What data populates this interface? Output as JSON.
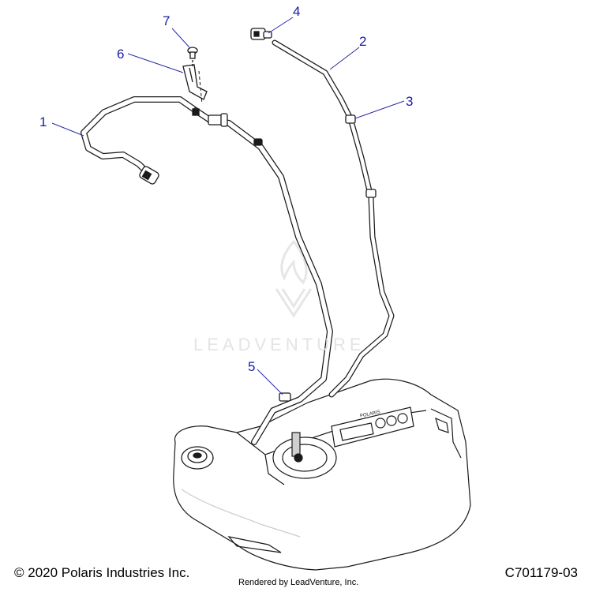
{
  "callouts": [
    {
      "num": "1"
    },
    {
      "num": "2"
    },
    {
      "num": "3"
    },
    {
      "num": "4"
    },
    {
      "num": "5"
    },
    {
      "num": "6"
    },
    {
      "num": "7"
    }
  ],
  "tank_labels": {
    "brand": "POLARIS"
  },
  "watermark": {
    "text": "LEADVENTURE"
  },
  "footer": {
    "copyright": "© 2020 Polaris Industries Inc.",
    "rendered_by": "Rendered by LeadVenture, Inc.",
    "diagram_id": "C701179-03"
  },
  "colors": {
    "callout": "#1a1aa8",
    "leader": "#2a2aa8",
    "line": "#1a1a1a"
  }
}
